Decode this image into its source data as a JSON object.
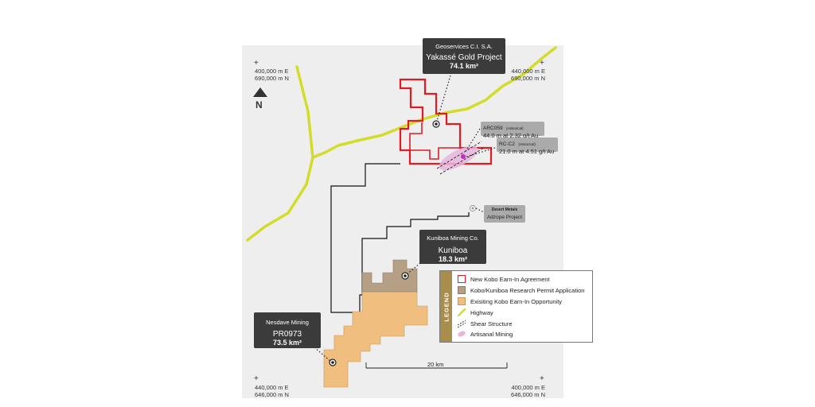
{
  "coords": {
    "top_left": [
      "400,000 m E",
      "690,000 m N"
    ],
    "top_right": [
      "440,000 m E",
      "690,000 m N"
    ],
    "bottom_left": [
      "440,000 m E",
      "646,000 m N"
    ],
    "bottom_right": [
      "400,000 m E",
      "646,000 m N"
    ]
  },
  "north_label": "N",
  "callouts": {
    "yakasse": {
      "company": "Geoservices C.I. S.A.",
      "project": "Yakassé Gold Project",
      "area": "74.1 km²"
    },
    "kuniboa": {
      "company": "Kuniboa Mining Co.",
      "project": "Kuniboa",
      "area": "18.3 km²"
    },
    "nesdave": {
      "company": "Nesdave Mining",
      "project": "PR0973",
      "area": "73.5 km²"
    }
  },
  "drill_labels": {
    "arc059": {
      "hole": "ARC059",
      "note": "(Historical)",
      "result": "44.0 m at 2.32 g/t Au"
    },
    "rcc2": {
      "hole": "RC-C2",
      "note": "(Historical)",
      "result": "21.0 m at 4.51 g/t Au"
    }
  },
  "adzope": {
    "company": "Desert Metals",
    "project": "Adzope Project"
  },
  "legend": {
    "title": "LEGEND",
    "items": [
      {
        "label": "New Kobo Earn-In Agreement",
        "kind": "red-outline"
      },
      {
        "label": "Kobo/Kuniboa Research Permit Application",
        "kind": "brown-fill"
      },
      {
        "label": "Exisiting Kobo Earn-In Opportunity",
        "kind": "orange-fill"
      },
      {
        "label": "Highway",
        "kind": "yellow-line"
      },
      {
        "label": "Shear Structure",
        "kind": "dashed-line"
      },
      {
        "label": "Artisanal Mining",
        "kind": "pink-ellipse"
      }
    ]
  },
  "scale_bar": "20 km",
  "colors": {
    "map_bg": "#eeeeee",
    "highway": "#d4dc2a",
    "kobo_red": "#e11b22",
    "permit_brown": "#b59f85",
    "earnin_orange": "#f0be7e",
    "artisanal_pink": "#e7b4dc",
    "legend_tab": "#a98d4c"
  }
}
